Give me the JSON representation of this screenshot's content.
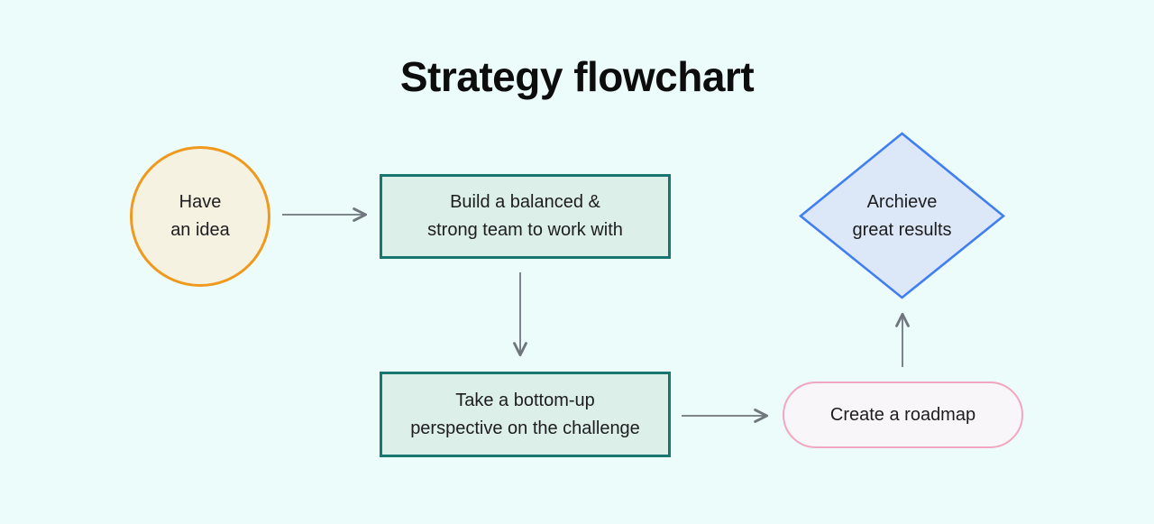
{
  "title": "Strategy flowchart",
  "nodes": {
    "idea": {
      "shape": "circle",
      "label": "Have\nan idea"
    },
    "team": {
      "shape": "rectangle",
      "label": "Build a balanced &\nstrong team to work with"
    },
    "perspective": {
      "shape": "rectangle",
      "label": "Take a bottom-up\nperspective on the challenge"
    },
    "roadmap": {
      "shape": "pill",
      "label": "Create a roadmap"
    },
    "results": {
      "shape": "diamond",
      "label": "Archieve\ngreat results"
    }
  },
  "edges": [
    {
      "from": "idea",
      "to": "team",
      "direction": "right"
    },
    {
      "from": "team",
      "to": "perspective",
      "direction": "down"
    },
    {
      "from": "perspective",
      "to": "roadmap",
      "direction": "right"
    },
    {
      "from": "roadmap",
      "to": "results",
      "direction": "up"
    }
  ],
  "colors": {
    "background": "#ecfcfa",
    "title": "#0d0d0d",
    "text": "#1d1d1f",
    "circle_fill": "#f5f2e1",
    "circle_border": "#f0991f",
    "rect_fill": "#ddefe9",
    "rect_border": "#17776e",
    "pill_fill": "#f8f6f8",
    "pill_border": "#f2a6bf",
    "diamond_fill": "#dce8f8",
    "diamond_border": "#407ef2",
    "arrow": "#6f767d"
  }
}
